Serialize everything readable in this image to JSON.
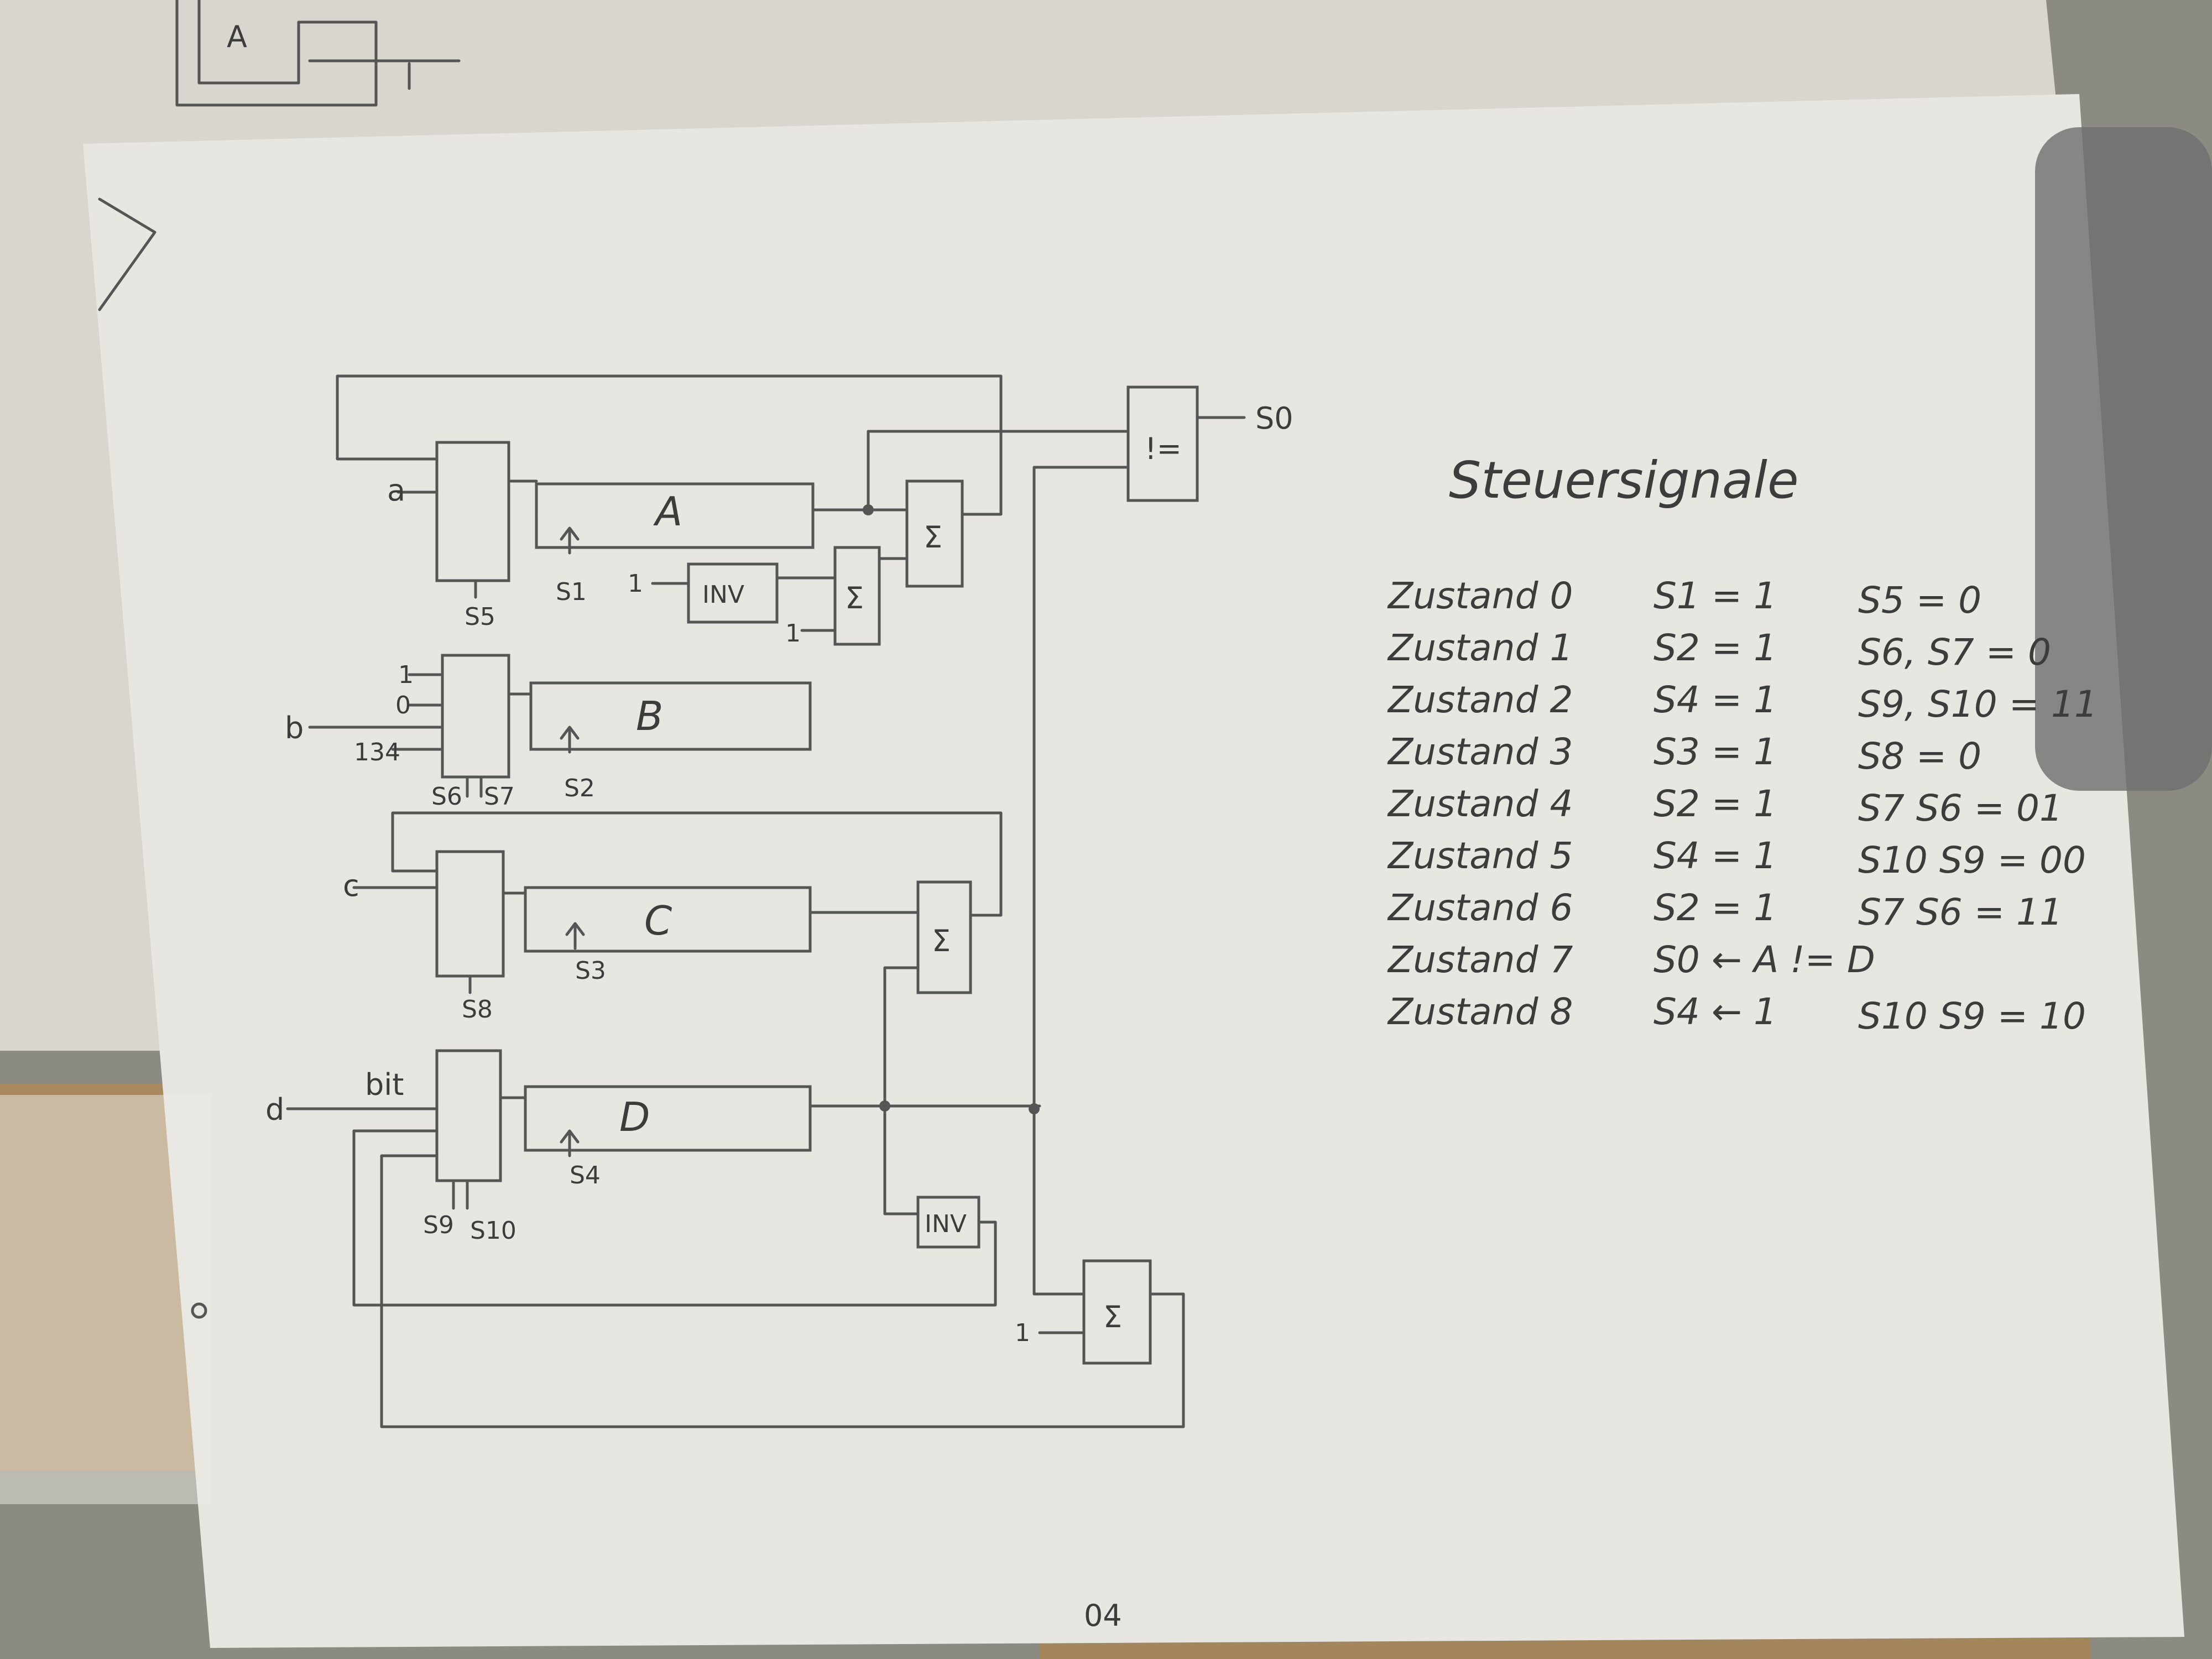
{
  "sheet": {
    "top_fragment": {
      "register": "A"
    },
    "bottom_fragment": "04"
  },
  "circuit": {
    "inputs": {
      "a": "a",
      "b": "b",
      "c": "c",
      "d": "d"
    },
    "const_one": "1",
    "const_zero": "0",
    "const_134": "134",
    "const_bit": "bit",
    "registers": {
      "A": "A",
      "B": "B",
      "C": "C",
      "D": "D"
    },
    "sum_symbol": "Σ",
    "inv_label": "INV",
    "neq_label": "!=",
    "output_label": "S0",
    "signals": {
      "s1": "S1",
      "s2_b": "S2",
      "s3": "S3",
      "s4": "S4",
      "s5": "S5",
      "s6": "S6",
      "s7": "S7",
      "s8": "S8",
      "s9": "S9",
      "s10": "S10"
    }
  },
  "notes": {
    "heading": "Steuersignale",
    "rows": [
      {
        "state": "Zustand 0",
        "a": "S1 = 1",
        "b": "S5 = 0"
      },
      {
        "state": "Zustand 1",
        "a": "S2 = 1",
        "b": "S6, S7 = 0"
      },
      {
        "state": "Zustand 2",
        "a": "S4 = 1",
        "b": "S9, S10 = 11"
      },
      {
        "state": "Zustand 3",
        "a": "S3 = 1",
        "b": "S8 = 0"
      },
      {
        "state": "Zustand 4",
        "a": "S2 = 1",
        "b": "S7 S6 = 01"
      },
      {
        "state": "Zustand 5",
        "a": "S4 = 1",
        "b": "S10 S9 = 00"
      },
      {
        "state": "Zustand 6",
        "a": "S2 = 1",
        "b": "S7 S6 = 11"
      },
      {
        "state": "Zustand 7",
        "a": "S0 ← A != D",
        "b": ""
      },
      {
        "state": "Zustand 8",
        "a": "S4 ← 1",
        "b": "S10 S9 = 10"
      }
    ]
  }
}
